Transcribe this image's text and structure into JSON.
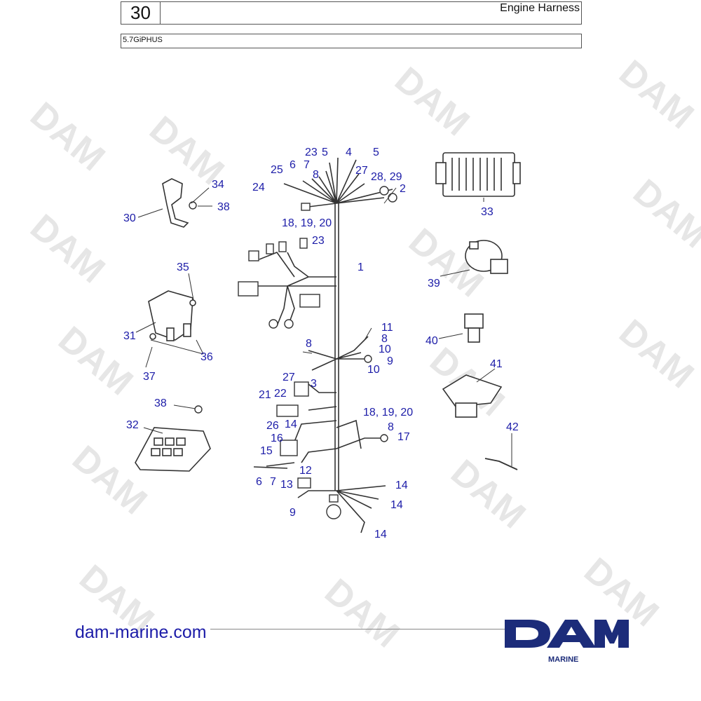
{
  "header": {
    "page_number": "30",
    "title": "Engine Harness",
    "model": "5.7GiPHUS"
  },
  "watermark": {
    "text": "DAM"
  },
  "callouts": [
    {
      "id": "c1",
      "text": "1"
    },
    {
      "id": "c2",
      "text": "2"
    },
    {
      "id": "c3",
      "text": "3"
    },
    {
      "id": "c4",
      "text": "4"
    },
    {
      "id": "c5a",
      "text": "5"
    },
    {
      "id": "c5b",
      "text": "5"
    },
    {
      "id": "c6a",
      "text": "6"
    },
    {
      "id": "c6b",
      "text": "6"
    },
    {
      "id": "c7a",
      "text": "7"
    },
    {
      "id": "c7b",
      "text": "7"
    },
    {
      "id": "c8a",
      "text": "8"
    },
    {
      "id": "c8b",
      "text": "8"
    },
    {
      "id": "c8c",
      "text": "8"
    },
    {
      "id": "c8d",
      "text": "8"
    },
    {
      "id": "c9a",
      "text": "9"
    },
    {
      "id": "c9b",
      "text": "9"
    },
    {
      "id": "c10a",
      "text": "10"
    },
    {
      "id": "c10b",
      "text": "10"
    },
    {
      "id": "c11",
      "text": "11"
    },
    {
      "id": "c12",
      "text": "12"
    },
    {
      "id": "c13",
      "text": "13"
    },
    {
      "id": "c14a",
      "text": "14"
    },
    {
      "id": "c14b",
      "text": "14"
    },
    {
      "id": "c14c",
      "text": "14"
    },
    {
      "id": "c14d",
      "text": "14"
    },
    {
      "id": "c15",
      "text": "15"
    },
    {
      "id": "c16",
      "text": "16"
    },
    {
      "id": "c17",
      "text": "17"
    },
    {
      "id": "c181920a",
      "text": "18, 19, 20"
    },
    {
      "id": "c181920b",
      "text": "18, 19, 20"
    },
    {
      "id": "c21",
      "text": "21"
    },
    {
      "id": "c22",
      "text": "22"
    },
    {
      "id": "c23a",
      "text": "23"
    },
    {
      "id": "c23b",
      "text": "23"
    },
    {
      "id": "c24",
      "text": "24"
    },
    {
      "id": "c25",
      "text": "25"
    },
    {
      "id": "c26",
      "text": "26"
    },
    {
      "id": "c27a",
      "text": "27"
    },
    {
      "id": "c27b",
      "text": "27"
    },
    {
      "id": "c2829",
      "text": "28, 29"
    },
    {
      "id": "c30",
      "text": "30"
    },
    {
      "id": "c31",
      "text": "31"
    },
    {
      "id": "c32",
      "text": "32"
    },
    {
      "id": "c33",
      "text": "33"
    },
    {
      "id": "c34",
      "text": "34"
    },
    {
      "id": "c35",
      "text": "35"
    },
    {
      "id": "c36",
      "text": "36"
    },
    {
      "id": "c37",
      "text": "37"
    },
    {
      "id": "c38a",
      "text": "38"
    },
    {
      "id": "c38b",
      "text": "38"
    },
    {
      "id": "c39",
      "text": "39"
    },
    {
      "id": "c40",
      "text": "40"
    },
    {
      "id": "c41",
      "text": "41"
    },
    {
      "id": "c42",
      "text": "42"
    }
  ],
  "footer": {
    "url": "dam-marine.com",
    "logo_text": "DAM",
    "logo_sub": "MARINE"
  },
  "colors": {
    "callout": "#1c1ca8",
    "logo": "#1c2c7a",
    "line": "#333333",
    "watermark": "#e6e6e6"
  }
}
